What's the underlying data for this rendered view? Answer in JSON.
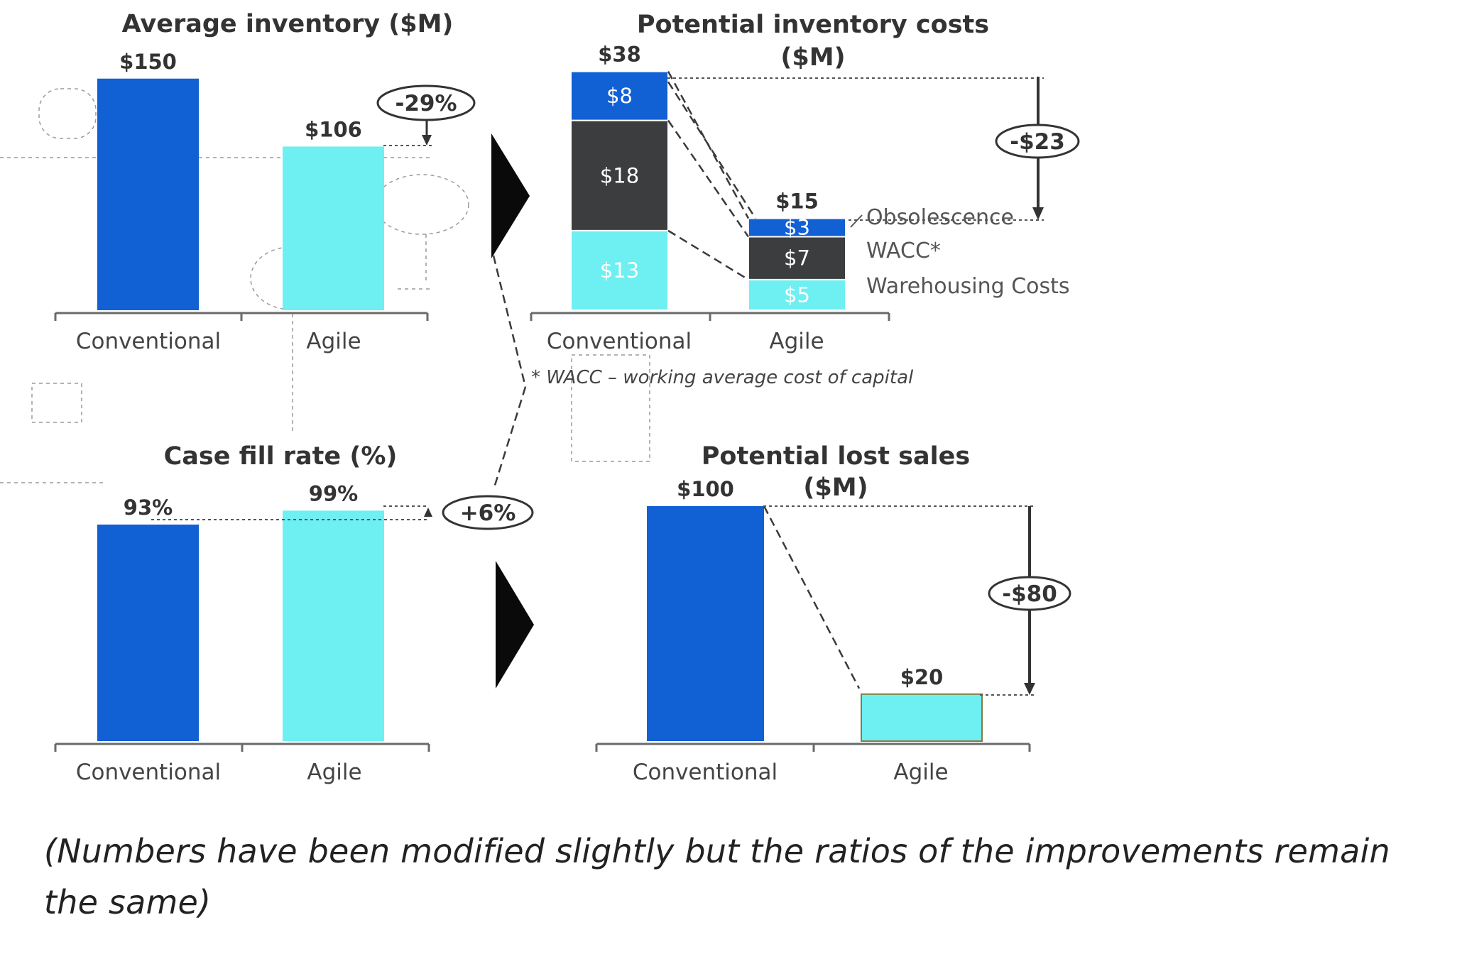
{
  "colors": {
    "conventional": "#1160d4",
    "agile": "#6eeff2",
    "dark": "#3b3d3f",
    "chevron": "#0a0a0a"
  },
  "footnote": "* WACC – working average cost of capital",
  "caption": {
    "line1": "(Numbers have been modified slightly but the ratios of the improvements remain",
    "line2": "the same)"
  },
  "chart_data": [
    {
      "id": "avg-inventory",
      "type": "bar",
      "title": "Average inventory ($M)",
      "categories": [
        "Conventional",
        "Agile"
      ],
      "values": [
        150,
        106
      ],
      "value_labels": [
        "$150",
        "$106"
      ],
      "ylim": [
        0,
        160
      ],
      "change_label": "-29%",
      "grid": false
    },
    {
      "id": "inventory-costs",
      "type": "bar",
      "stacked": true,
      "title_lines": [
        "Potential inventory costs",
        "($M)"
      ],
      "categories": [
        "Conventional",
        "Agile"
      ],
      "totals": [
        38,
        15
      ],
      "total_labels": [
        "$38",
        "$15"
      ],
      "ylim": [
        0,
        40
      ],
      "series": [
        {
          "name": "Warehousing Costs",
          "values": [
            13,
            5
          ],
          "labels": [
            "$13",
            "$5"
          ]
        },
        {
          "name": "WACC*",
          "values": [
            18,
            7
          ],
          "labels": [
            "$18",
            "$7"
          ]
        },
        {
          "name": "Obsolescence",
          "values": [
            8,
            3
          ],
          "labels": [
            "$8",
            "$3"
          ]
        }
      ],
      "change_label": "-$23",
      "grid": false
    },
    {
      "id": "case-fill-rate",
      "type": "bar",
      "title": "Case fill rate (%)",
      "categories": [
        "Conventional",
        "Agile"
      ],
      "values": [
        93,
        99
      ],
      "value_labels": [
        "93%",
        "99%"
      ],
      "ylim": [
        0,
        100
      ],
      "change_label": "+6%",
      "grid": false
    },
    {
      "id": "lost-sales",
      "type": "bar",
      "title_lines": [
        "Potential lost sales",
        "($M)"
      ],
      "categories": [
        "Conventional",
        "Agile"
      ],
      "values": [
        100,
        20
      ],
      "value_labels": [
        "$100",
        "$20"
      ],
      "ylim": [
        0,
        100
      ],
      "change_label": "-$80",
      "grid": false
    }
  ]
}
